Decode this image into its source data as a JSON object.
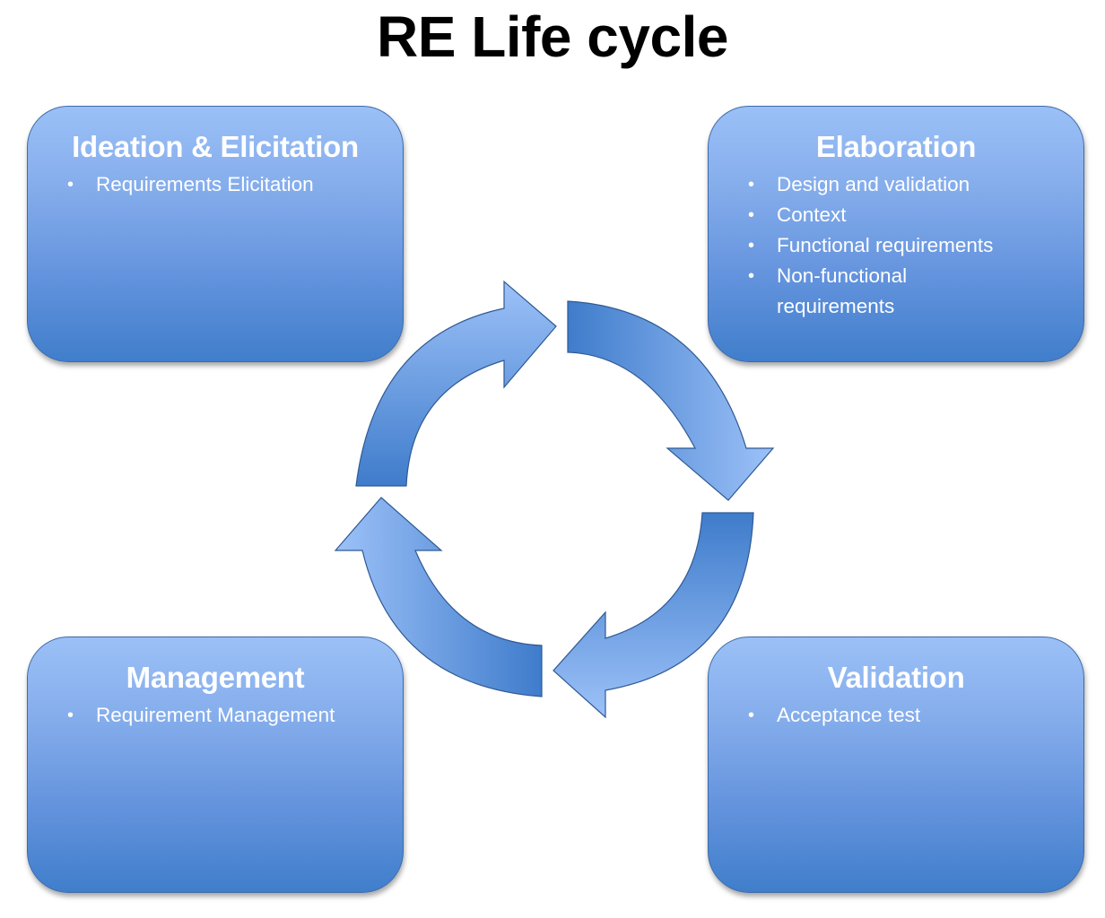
{
  "title": "RE Life cycle",
  "stages": [
    {
      "name": "Ideation & Elicitation",
      "items": [
        "Requirements Elicitation"
      ]
    },
    {
      "name": "Elaboration",
      "items": [
        "Design and validation",
        "Context",
        "Functional requirements",
        "Non-functional requirements"
      ]
    },
    {
      "name": "Management",
      "items": [
        "Requirement Management"
      ]
    },
    {
      "name": "Validation",
      "items": [
        "Acceptance test"
      ]
    }
  ],
  "cycle": {
    "direction": "clockwise",
    "arrow_count": 4
  },
  "colors": {
    "box_top": "#9bc0f7",
    "box_bottom": "#407ecb",
    "border": "#3e6ba8",
    "text": "#ffffff"
  }
}
